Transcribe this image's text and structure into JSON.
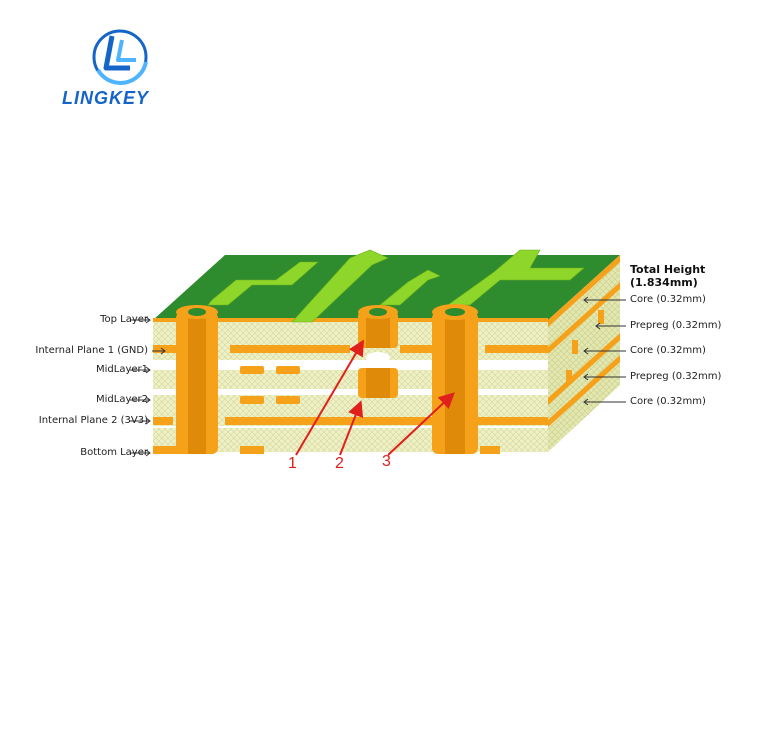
{
  "brand": {
    "name": "LINGKEY"
  },
  "left_labels": [
    "Top Layer",
    "Internal Plane 1 (GND)",
    "MidLayer1",
    "MidLayer2",
    "Internal Plane 2 (3V3)",
    "Bottom Layer"
  ],
  "right_labels": {
    "total": "Total Height (1.834mm)",
    "items": [
      "Core (0.32mm)",
      "Prepreg (0.32mm)",
      "Core (0.32mm)",
      "Prepreg (0.32mm)",
      "Core (0.32mm)"
    ]
  },
  "callouts": [
    "1",
    "2",
    "3"
  ],
  "colors": {
    "board_green": "#2e8b2e",
    "trace_green": "#8ed62a",
    "copper": "#f5a11a",
    "dielectric": "#eef0c6",
    "arrow_red": "#e0201a",
    "brand_blue": "#1565c8"
  }
}
